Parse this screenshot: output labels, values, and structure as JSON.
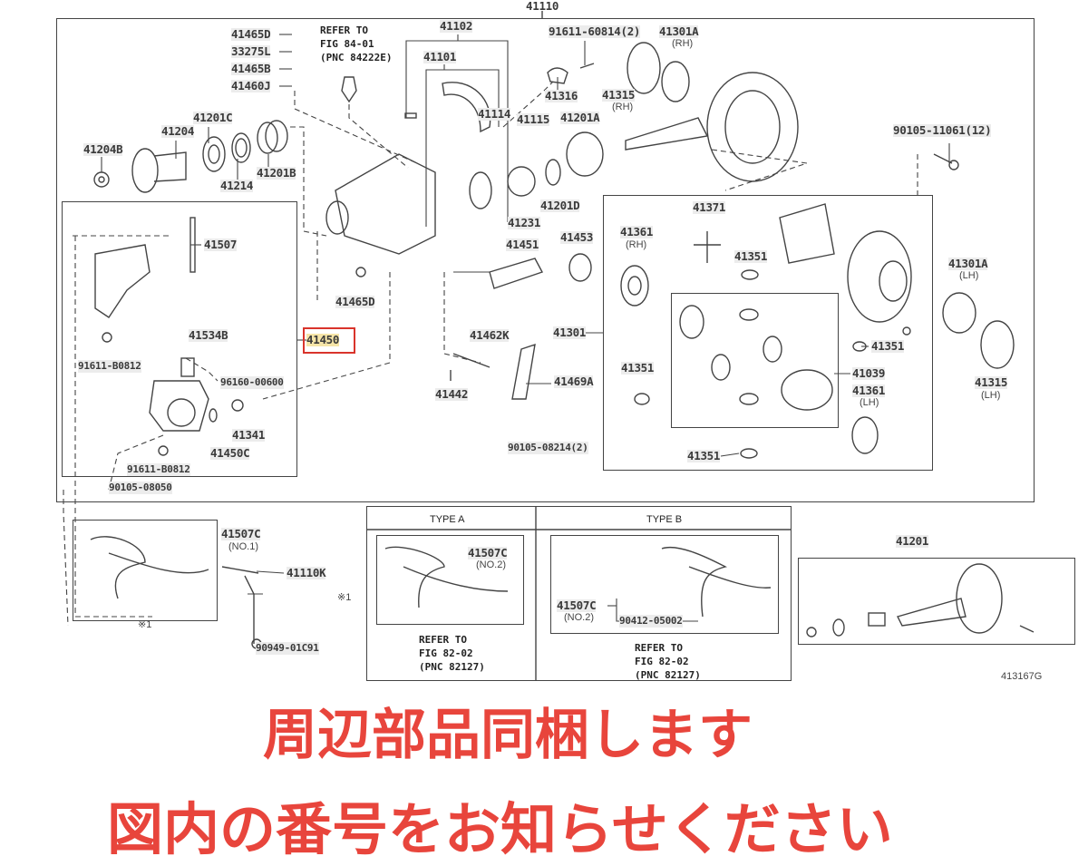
{
  "diagram": {
    "assembly_label": "41110",
    "labels": [
      "41465D",
      "33275L",
      "41465B",
      "41460J",
      "41102",
      "41101",
      "41114",
      "41115",
      "91611-60814(2)",
      "41301A",
      "41316",
      "41315",
      "41201A",
      "90105-11061(12)",
      "41204B",
      "41204",
      "41201C",
      "41214",
      "41201B",
      "41507",
      "41534B",
      "91611-B0812",
      "41450",
      "96160-00600",
      "41341",
      "41450C",
      "91611-B0812",
      "90105-08050",
      "41465D",
      "41231",
      "41201D",
      "41451",
      "41453",
      "41462K",
      "41442",
      "41469A",
      "90105-08214(2)",
      "41361",
      "41371",
      "41351",
      "41301",
      "41351",
      "41039",
      "41351",
      "41361",
      "41351",
      "41301A",
      "41315",
      "41507C",
      "41110K",
      "90949-01C91",
      "41507C",
      "41507C",
      "90412-05002",
      "41201"
    ],
    "subs": {
      "rh1": "(RH)",
      "rh2": "(RH)",
      "rh3": "(RH)",
      "lh1": "(LH)",
      "lh2": "(LH)",
      "lh3": "(LH)",
      "no1": "(NO.1)",
      "no2a": "(NO.2)",
      "no2b": "(NO.2)"
    },
    "refer_top": "REFER TO\nFIG 84-01\n(PNC 84222E)",
    "refer_a": "REFER TO\nFIG 82-02\n(PNC 82127)",
    "refer_b": "REFER TO\nFIG 82-02\n(PNC 82127)",
    "type_a": "TYPE A",
    "type_b": "TYPE B",
    "mark1": "※1",
    "mark2": "※1",
    "figure_id": "413167G"
  },
  "notice": {
    "line1": "周辺部品同梱します",
    "line2": "図内の番号をお知らせください"
  },
  "colors": {
    "notice": "#e8453c",
    "highlight": "#d9342b"
  }
}
